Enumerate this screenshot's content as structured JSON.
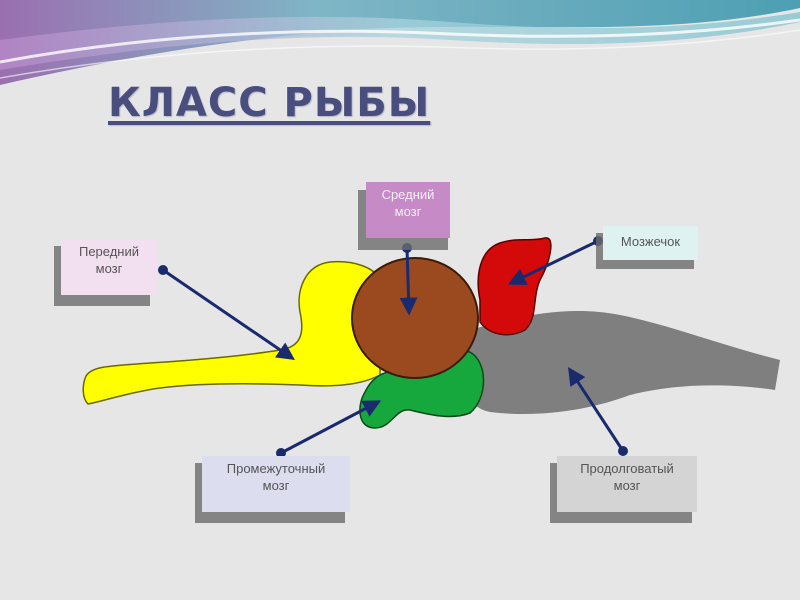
{
  "title": "КЛАСС РЫБЫ",
  "labels": {
    "forebrain": "Передний\nмозг",
    "midbrain": "Средний\nмозг",
    "cerebellum": "Мозжечок",
    "diencephalon": "Промежуточный\nмозг",
    "medulla": "Продолговатый\nмозг"
  },
  "colors": {
    "forebrain": "#ffff00",
    "midbrain": "#9b4a1f",
    "cerebellum": "#d40a0a",
    "diencephalon": "#16a83c",
    "medulla": "#7f7f7f",
    "arrow": "#1a2a6e",
    "label_forebrain_bg": "#f2e0f0",
    "label_midbrain_bg": "#c68ac6",
    "label_cerebellum_bg": "#dff2f2",
    "label_diencephalon_bg": "#ddddf0",
    "label_medulla_bg": "#d4d4d4"
  }
}
